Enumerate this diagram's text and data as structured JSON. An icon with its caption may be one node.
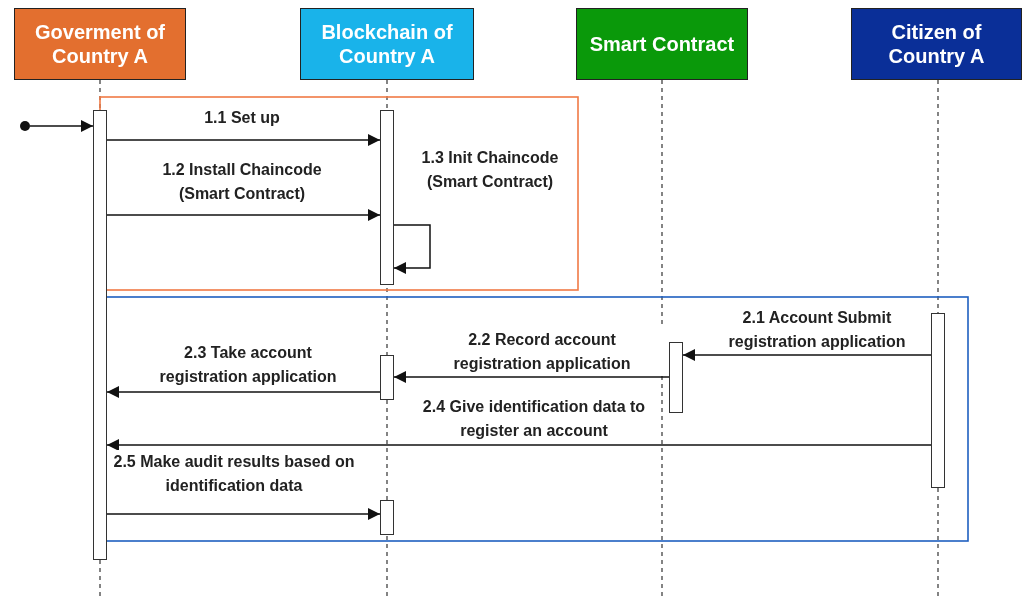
{
  "diagram": {
    "nodes": [
      {
        "text": [
          "Goverment of Country A"
        ]
      },
      {
        "text": [
          "Blockchain of Country A"
        ]
      },
      {
        "text": [
          "Smart Contract"
        ]
      },
      {
        "text": [
          "Citizen of Country A"
        ]
      },
      {
        "text": [],
        "shape": "circle"
      },
      {
        "text": [],
        "shape": "bar"
      },
      {
        "text": [],
        "shape": "bar"
      },
      {
        "text": [],
        "shape": "bar"
      },
      {
        "text": [],
        "shape": "bar"
      },
      {
        "text": [],
        "shape": "bar"
      },
      {
        "text": [],
        "shape": "bar"
      }
    ],
    "edges": [
      {
        "from": 4,
        "to": 5,
        "arrow": "to"
      },
      {
        "from": 5,
        "to": 6,
        "arrow": "to",
        "label": "1.1 Set up"
      },
      {
        "from": 5,
        "to": 6,
        "arrow": "to",
        "label": "1.2 Install Chaincode (Smart Contract)"
      },
      {
        "from": 6,
        "to": 6,
        "arrow": "to",
        "label": "1.3 Init Chaincode (Smart Contract)"
      },
      {
        "from": 10,
        "to": 9,
        "arrow": "to",
        "label": "2.1 Account Submit registration application"
      },
      {
        "from": 9,
        "to": 7,
        "arrow": "to",
        "label": "2.2 Record account registration application"
      },
      {
        "from": 7,
        "to": 5,
        "arrow": "to",
        "label": "2.3 Take account registration application"
      },
      {
        "from": 10,
        "to": 5,
        "arrow": "to",
        "label": "2.4 Give identification data to register an account"
      },
      {
        "from": 5,
        "to": 8,
        "arrow": "to",
        "label": "2.5 Make audit results based on identification data"
      }
    ]
  }
}
